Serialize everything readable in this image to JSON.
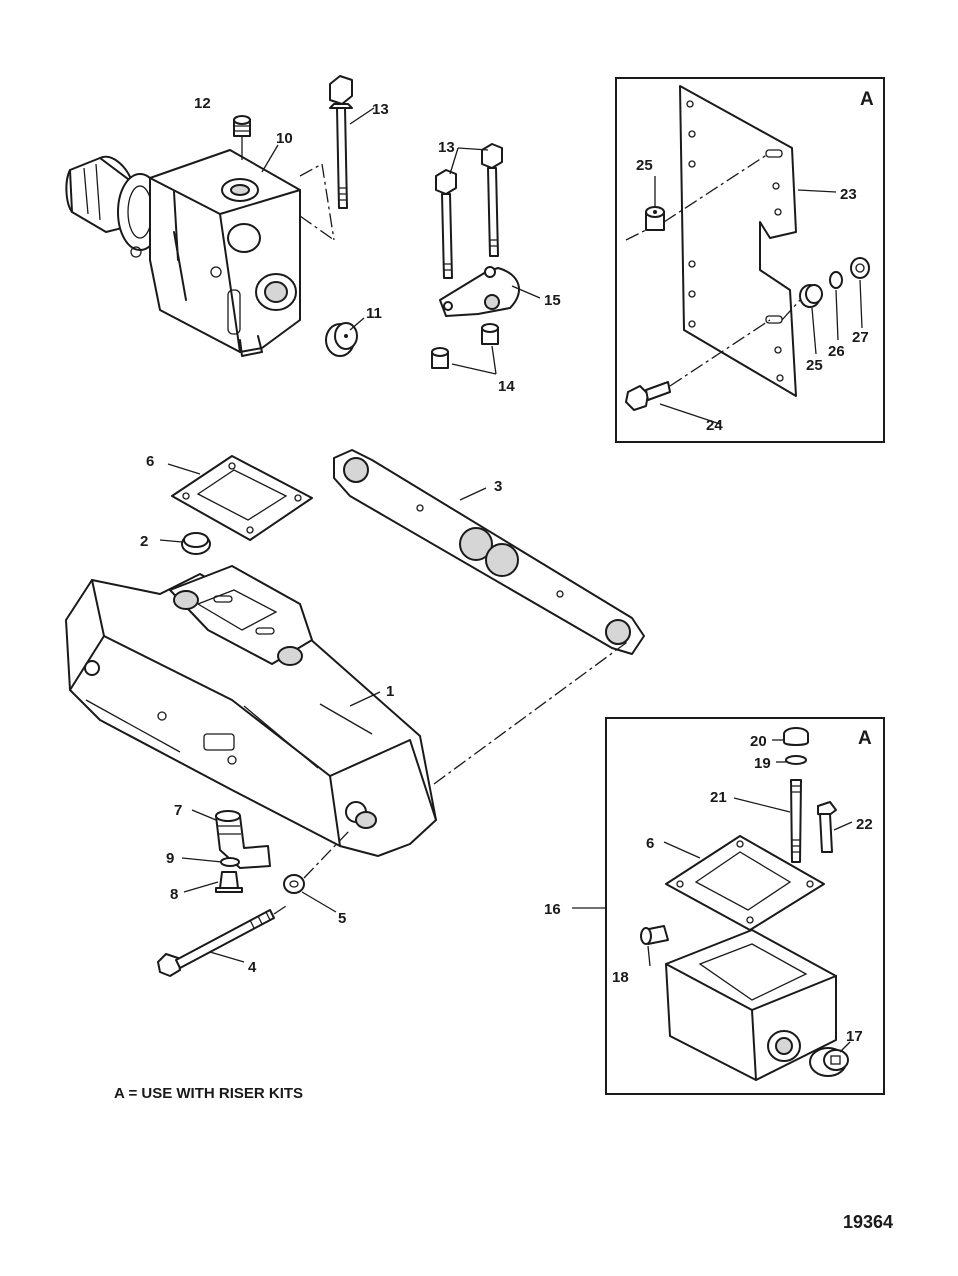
{
  "callouts": {
    "c1": "1",
    "c2": "2",
    "c3": "3",
    "c4": "4",
    "c5": "5",
    "c6a": "6",
    "c6b": "6",
    "c7": "7",
    "c8": "8",
    "c9": "9",
    "c10": "10",
    "c11": "11",
    "c12": "12",
    "c13a": "13",
    "c13b": "13",
    "c14": "14",
    "c15": "15",
    "c16": "16",
    "c17": "17",
    "c18": "18",
    "c19": "19",
    "c20": "20",
    "c21": "21",
    "c22": "22",
    "c23": "23",
    "c24": "24",
    "c25a": "25",
    "c25b": "25",
    "c26": "26",
    "c27": "27"
  },
  "kit_boxes": {
    "upper_label": "A",
    "lower_label": "A"
  },
  "note": "A = USE WITH RISER KITS",
  "figure_number": "19364"
}
